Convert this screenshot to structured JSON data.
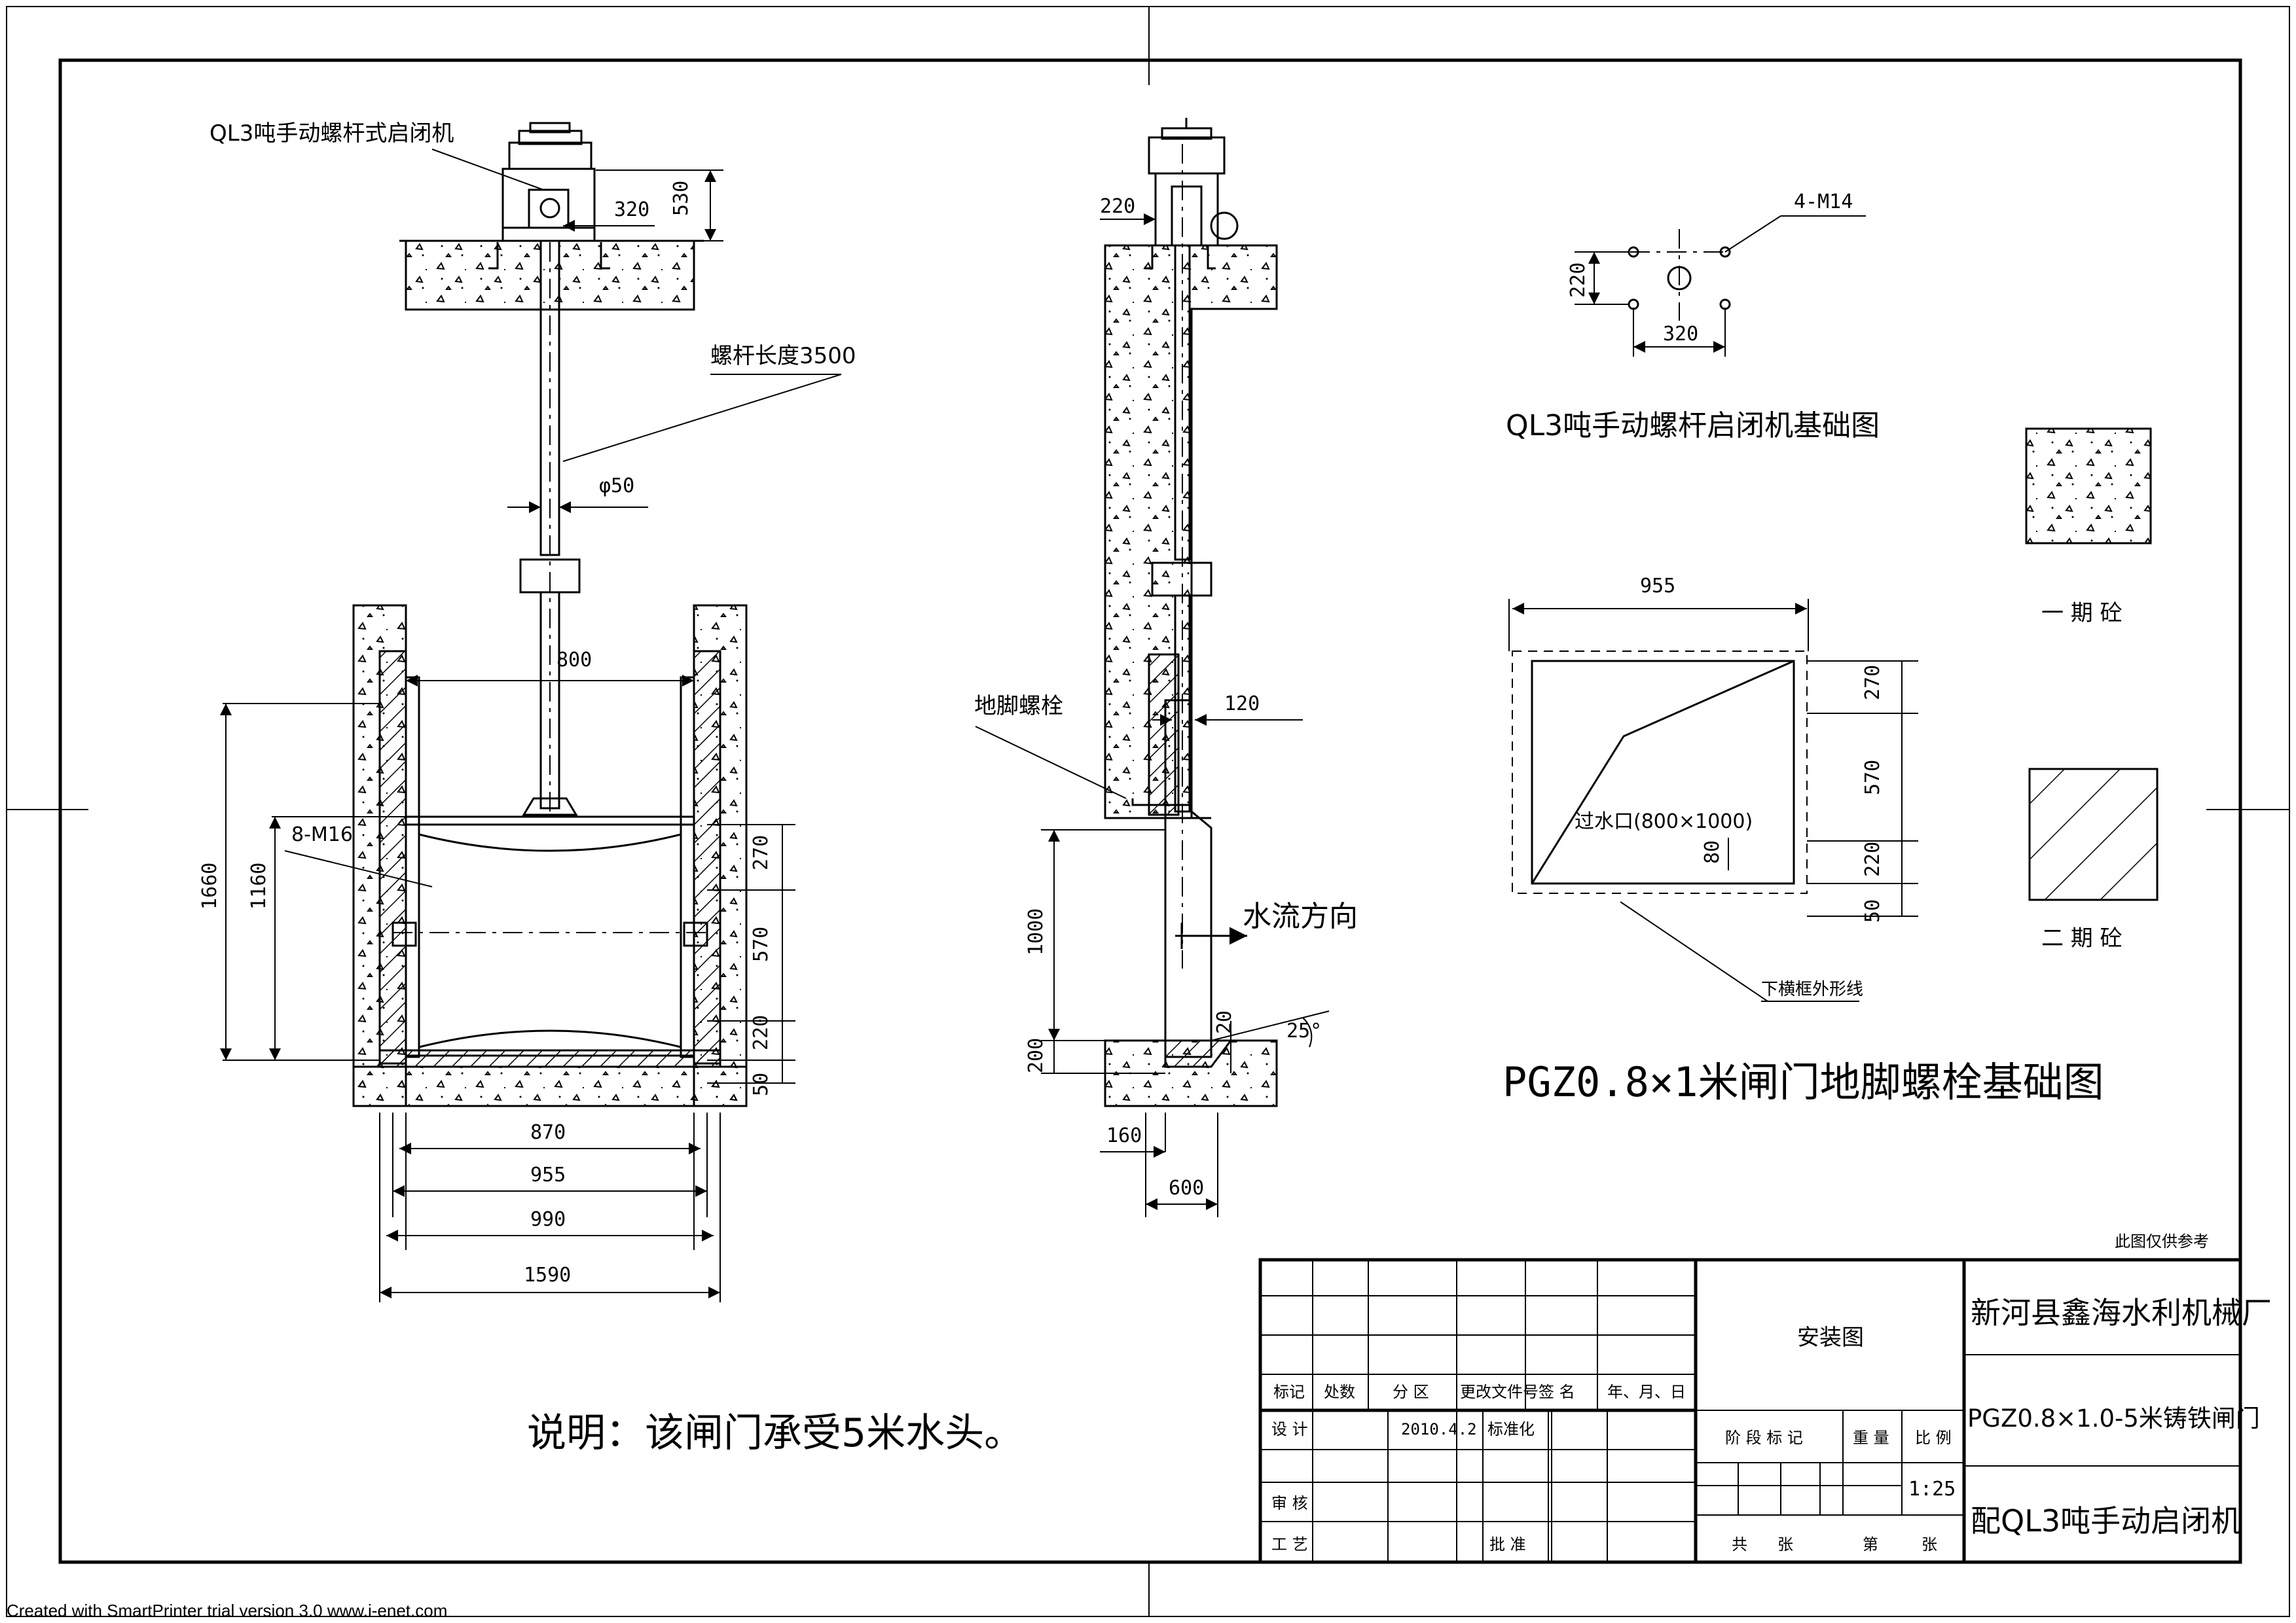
{
  "labels": {
    "hoist_name": "QL3吨手动螺杆式启闭机",
    "screw_length": "螺杆长度3500",
    "phi50": "φ50",
    "d320": "320",
    "d530": "530",
    "d800": "800",
    "bolts_8m16": "8-M16",
    "d1660": "1660",
    "d1160": "1160",
    "d270": "270",
    "d570": "570",
    "d220": "220",
    "d50": "50",
    "d870": "870",
    "d955": "955",
    "d990": "990",
    "d1590": "1590",
    "side_220": "220",
    "anchor_bolt": "地脚螺栓",
    "side_120": "120",
    "side_1000": "1000",
    "side_200": "200",
    "side_20": "20",
    "angle_25": "25°",
    "flow_direction": "水流方向",
    "side_160": "160",
    "side_600": "600",
    "bolts_4m14": "4-M14",
    "base_220": "220",
    "base_320": "320",
    "base_title": "QL3吨手动螺杆启闭机基础图",
    "fp_955": "955",
    "fp_270": "270",
    "fp_570": "570",
    "fp_220": "220",
    "fp_50": "50",
    "fp_80": "80",
    "opening": "过水口(800×1000)",
    "lower_frame": "下横框外形线",
    "legend_first": "一 期 砼",
    "legend_second": "二 期 砼",
    "main_title": "PGZ0.8×1米闸门地脚螺栓基础图",
    "note": "说明：该闸门承受5米水头。",
    "reference_only": "此图仅供参考",
    "watermark": "Created with SmartPrinter trial version 3.0  www.i-enet.com"
  },
  "title_block": {
    "col_mark": "标记",
    "col_count": "处数",
    "col_zone": "分 区",
    "col_docno": "更改文件号",
    "col_sign": "签 名",
    "col_date": "年、月、日",
    "design": "设 计",
    "design_date": "2010.4.2",
    "standardize": "标准化",
    "review": "审 核",
    "process": "工 艺",
    "approve": "批 准",
    "drawing_type": "安装图",
    "stage_mark": "阶 段 标 记",
    "weight": "重 量",
    "scale_label": "比 例",
    "scale": "1:25",
    "total_sheets": "共",
    "sheets_unit": "张",
    "sheet_no": "第",
    "sheet_unit": "张",
    "company": "新河县鑫海水利机械厂",
    "product_line1": "PGZ0.8×1.0-5米铸铁闸门",
    "product_line2": "配QL3吨手动启闭机"
  }
}
